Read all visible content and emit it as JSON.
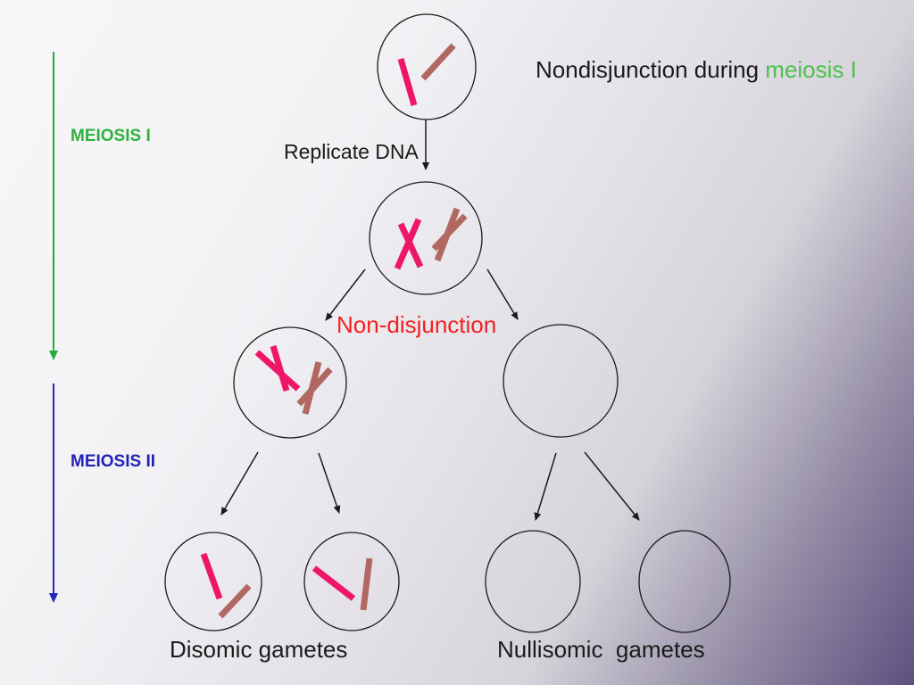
{
  "slide": {
    "title": {
      "text_black": "Nondisjunction during ",
      "text_green": "meiosis I"
    },
    "phase_labels": {
      "meiosis_i": "MEIOSIS I",
      "meiosis_ii": "MEIOSIS II"
    },
    "step_labels": {
      "replicate_dna": "Replicate DNA",
      "non_disjunction": "Non-disjunction"
    },
    "gamete_labels": {
      "disomic": "Disomic gametes",
      "nullisomic": "Nullisomic  gametes"
    }
  },
  "colors": {
    "title_green": "#4cc24c",
    "meiosis1_green": "#2eb13c",
    "arrow_green": "#1fae3f",
    "meiosis2_blue": "#2121b8",
    "arrow_blue": "#2626c0",
    "nondisjunction_red": "#f22020",
    "chromosome_pink": "#ee1669",
    "chromosome_brown": "#b16862",
    "text_black": "#1a1a1a",
    "bg_light": "#f7f6f8",
    "bg_dark": "#5f5180"
  }
}
